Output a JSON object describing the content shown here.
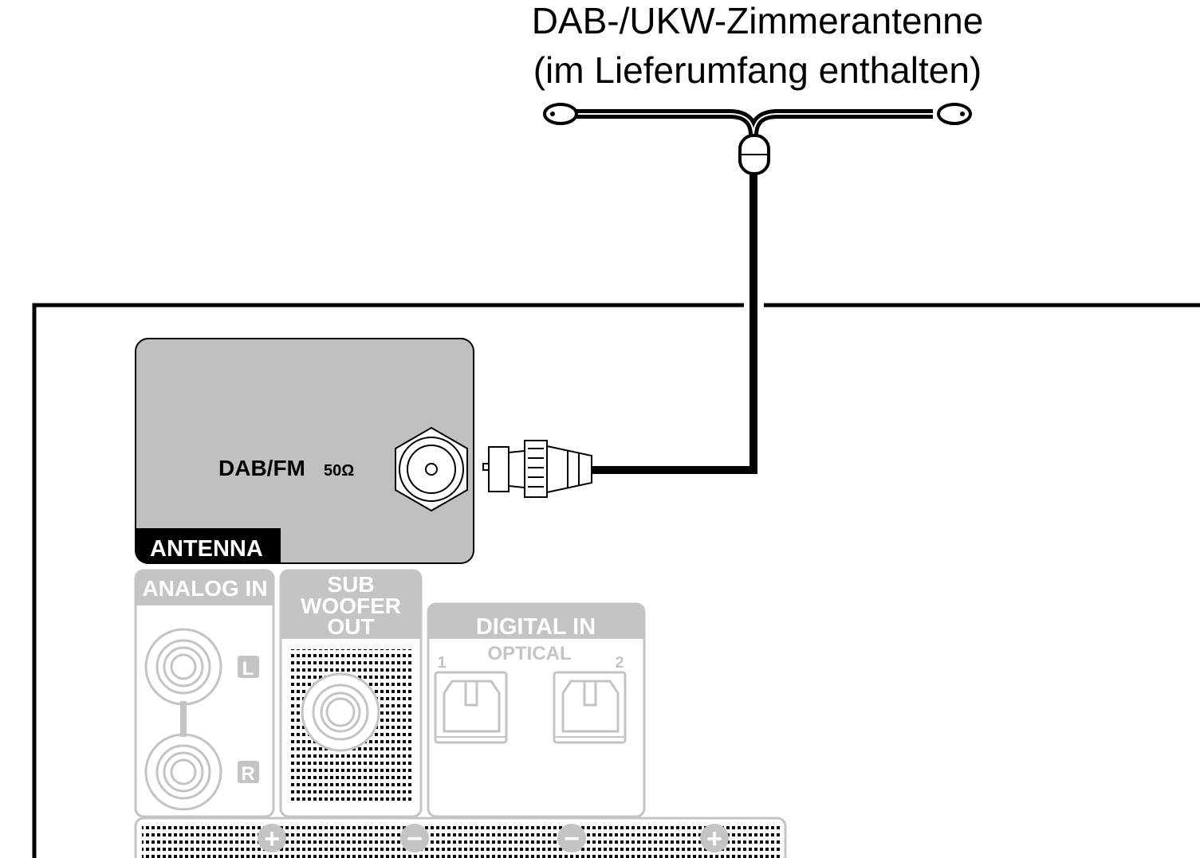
{
  "caption": {
    "line1": "DAB-/UKW-Zimmerantenne",
    "line2": "(im Lieferumfang enthalten)"
  },
  "antenna_panel": {
    "label": "ANTENNA",
    "jack_label": "DAB/FM",
    "impedance": "50Ω"
  },
  "analog_in": {
    "label": "ANALOG IN",
    "left": "L",
    "right": "R"
  },
  "subwoofer": {
    "line1": "SUB",
    "line2": "WOOFER",
    "line3": "OUT"
  },
  "digital_in": {
    "label": "DIGITAL IN",
    "sub_label": "OPTICAL",
    "port1": "1",
    "port2": "2"
  },
  "speaker_terminals": [
    "+",
    "−",
    "−",
    "+"
  ],
  "colors": {
    "panel_gray": "#c0c0c0",
    "line_gray": "#c4c4c4",
    "ink": "#000000"
  }
}
